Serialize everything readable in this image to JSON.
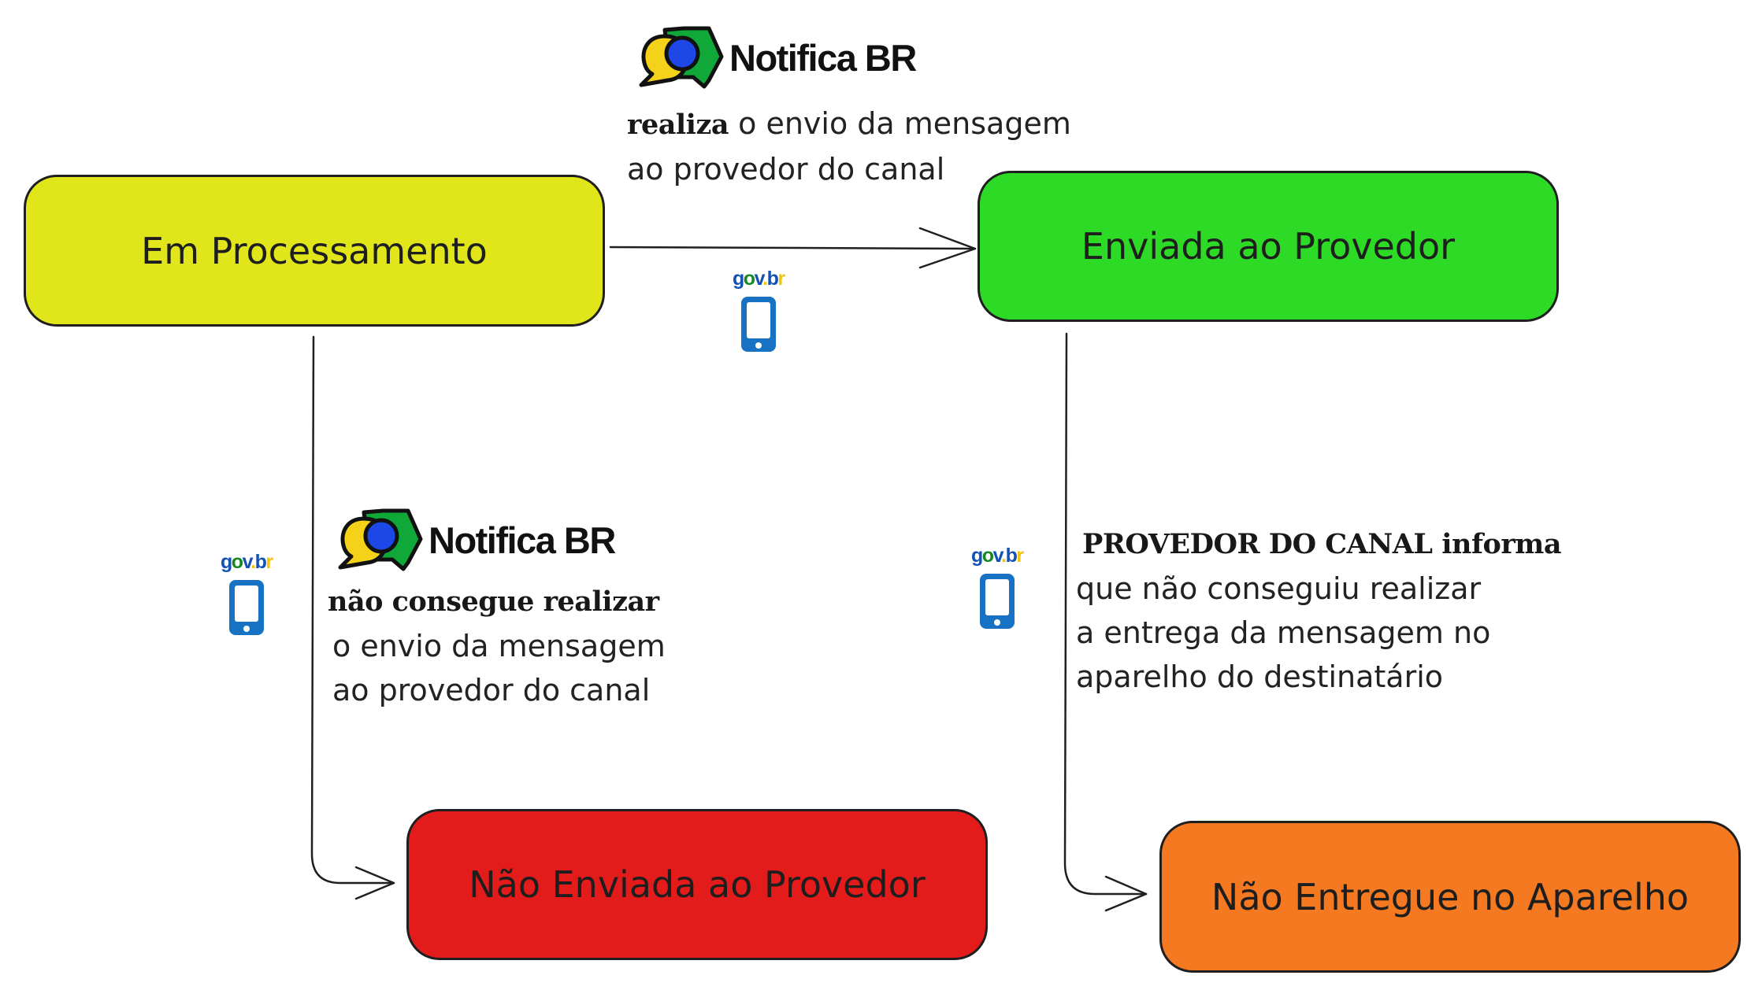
{
  "states": {
    "em_processamento": "Em Processamento",
    "enviada_provedor": "Enviada ao Provedor",
    "nao_enviada_provedor": "Não Enviada ao Provedor",
    "nao_entregue_aparelho": "Não Entregue no Aparelho"
  },
  "colors": {
    "em_processamento": "#e1e61b",
    "enviada_provedor": "#2ddb26",
    "nao_enviada_provedor": "#e31b1b",
    "nao_entregue_aparelho": "#f47920"
  },
  "brand": {
    "notifica_br": "Notifica BR",
    "govbr": "gov.br"
  },
  "notes": {
    "top": {
      "bold": "realiza",
      "line1_rest": " o envio da mensagem",
      "line2": "ao provedor do canal"
    },
    "left": {
      "bold": "não consegue realizar",
      "line2": "o envio da mensagem",
      "line3": "ao provedor do canal"
    },
    "right": {
      "bold": "PROVEDOR DO CANAL informa",
      "line2": "que não conseguiu realizar",
      "line3": "a entrega da mensagem no",
      "line4": "aparelho do destinatário"
    }
  },
  "icons": [
    "notifica-br-logo-icon",
    "govbr-phone-icon"
  ]
}
